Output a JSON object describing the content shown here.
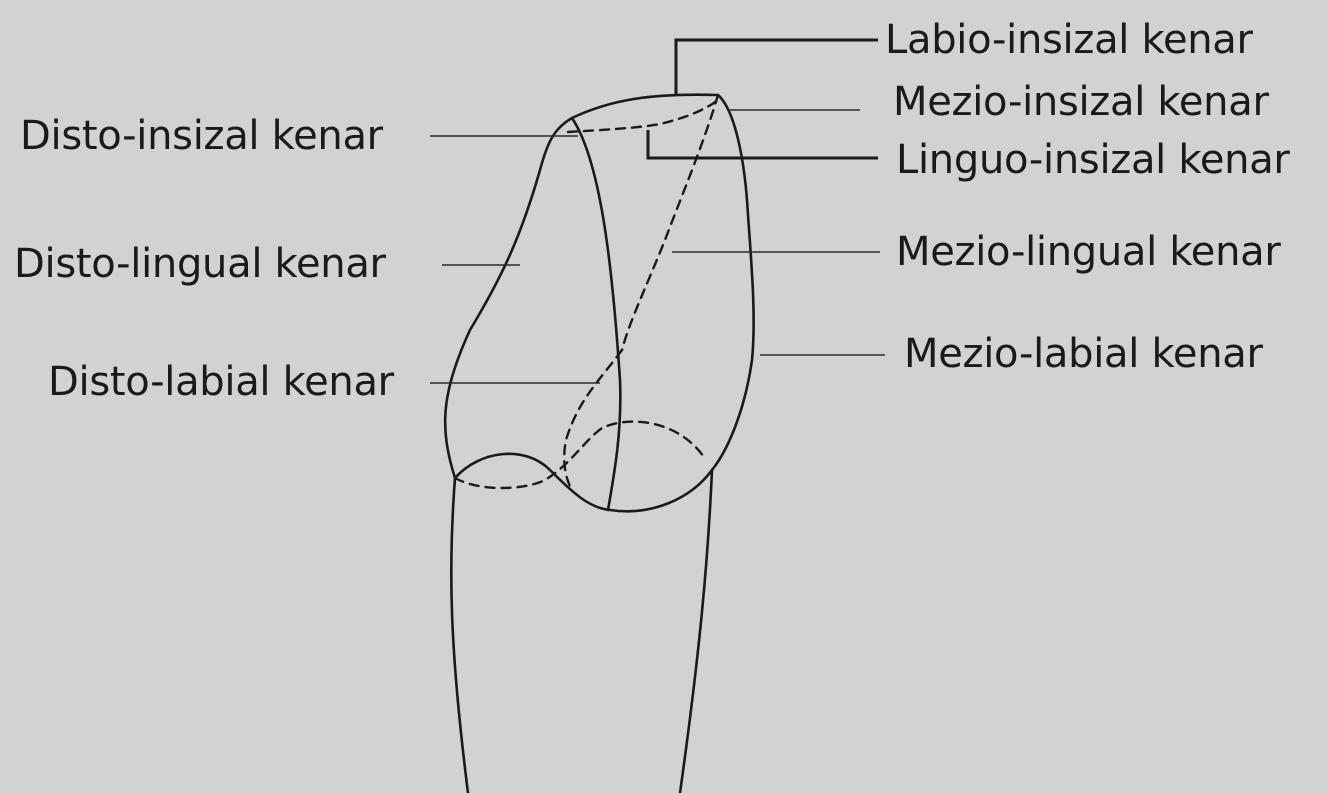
{
  "colors": {
    "background": "#d2d2d2",
    "ink": "#1a1a1a"
  },
  "labels": {
    "labio_insizal": "Labio-insizal kenar",
    "mezio_insizal": "Mezio-insizal kenar",
    "linguo_insizal": "Linguo-insizal kenar",
    "mezio_lingual": "Mezio-lingual kenar",
    "mezio_labial": "Mezio-labial kenar",
    "disto_insizal": "Disto-insizal kenar",
    "disto_lingual": "Disto-lingual kenar",
    "disto_labial": "Disto-labial kenar"
  }
}
